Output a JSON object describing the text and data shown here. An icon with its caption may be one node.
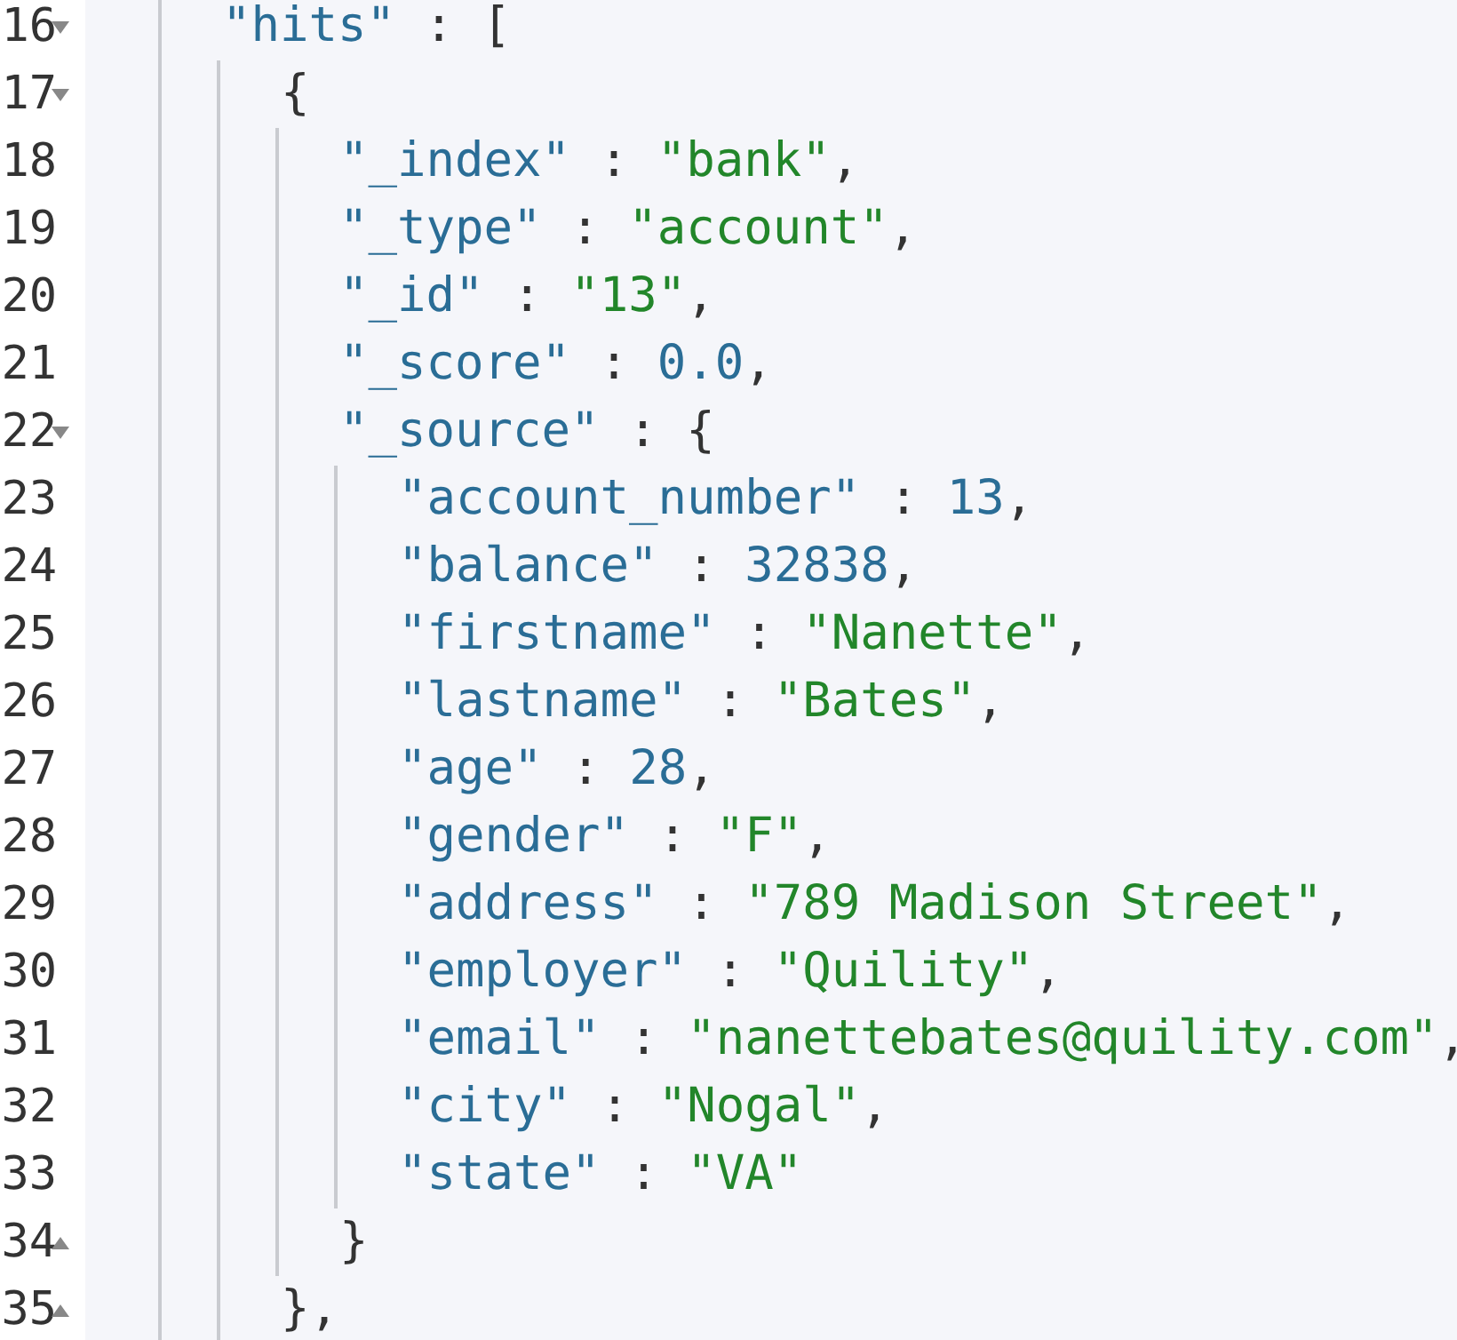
{
  "diagram": {
    "labels": [
      "16",
      "\"hits\" : [",
      "17",
      "{",
      "18",
      "\"_index\" : \"bank\",",
      "19",
      "\"_type\" : \"account\",",
      "20",
      "\"_id\" : \"13\",",
      "21",
      "\"_score\" : 0.0,",
      "22",
      "\"_source\" : {",
      "23",
      "\"account_number\" : 13,",
      "24",
      "\"balance\" : 32838,",
      "25",
      "\"firstname\" : \"Nanette\",",
      "26",
      "\"lastname\" : \"Bates\",",
      "27",
      "\"age\" : 28,",
      "28",
      "\"gender\" : \"F\",",
      "29",
      "\"address\" : \"789 Madison Street\",",
      "30",
      "\"employer\" : \"Quility\",",
      "31",
      "\"email\" : \"nanettebates@quility.com\",",
      "32",
      "\"city\" : \"Nogal\",",
      "33",
      "\"state\" : \"VA\"",
      "34",
      "}",
      "35",
      "},"
    ]
  }
}
